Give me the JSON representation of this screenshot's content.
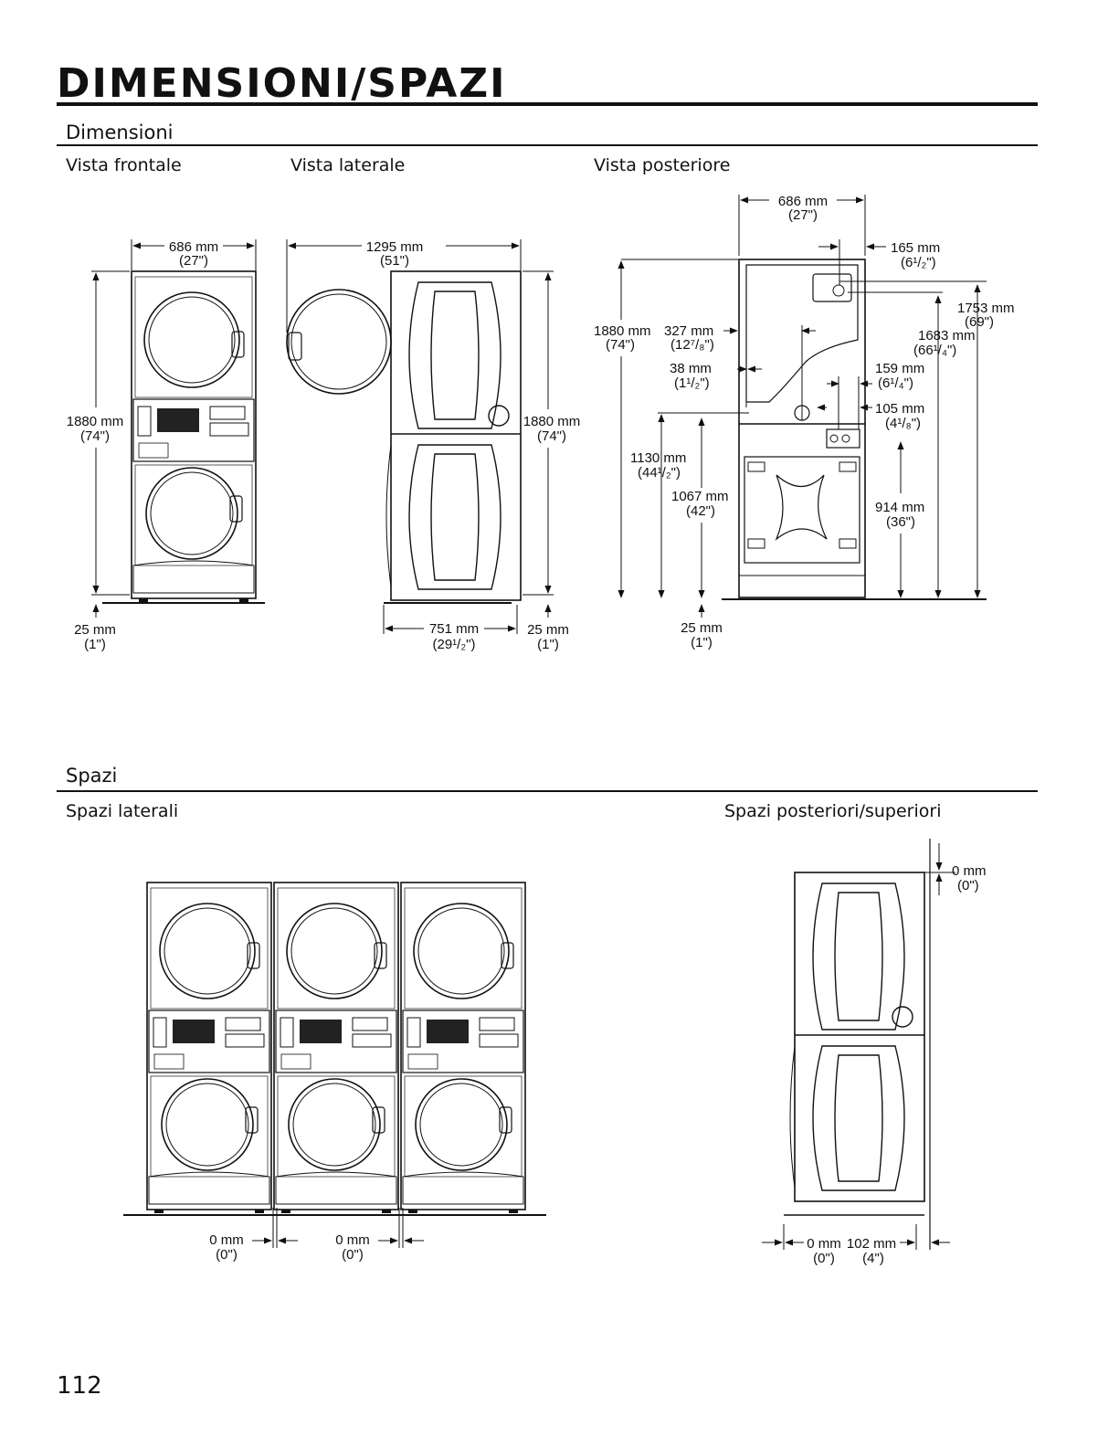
{
  "page": {
    "title": "DIMENSIONI/SPAZI",
    "page_number": "112"
  },
  "sections": {
    "dimensioni": {
      "heading": "Dimensioni",
      "views": {
        "front": "Vista frontale",
        "side": "Vista laterale",
        "rear": "Vista posteriore"
      }
    },
    "spazi": {
      "heading": "Spazi",
      "views": {
        "side": "Spazi laterali",
        "rear_top": "Spazi posteriori/superiori"
      }
    }
  },
  "dimensions": {
    "front": {
      "width_mm": "686 mm",
      "width_in": "(27\")",
      "height_mm": "1880 mm",
      "height_in": "(74\")",
      "base_mm": "25 mm",
      "base_in": "(1\")"
    },
    "side": {
      "door_mm": "1295 mm",
      "door_in": "(51\")",
      "height_mm": "1880 mm",
      "height_in": "(74\")",
      "depth_mm": "751 mm",
      "depth_in": "(29¹/₂\")",
      "base_mm": "25 mm",
      "base_in": "(1\")"
    },
    "rear": {
      "width_mm": "686 mm",
      "width_in": "(27\")",
      "d165_mm": "165 mm",
      "d165_in": "(6¹/₂\")",
      "d1753_mm": "1753 mm",
      "d1753_in": "(69\")",
      "d1683_mm": "1683 mm",
      "d1683_in": "(66¹/₄\")",
      "d1880_mm": "1880 mm",
      "d1880_in": "(74\")",
      "d327_mm": "327 mm",
      "d327_in": "(12⁷/₈\")",
      "d38_mm": "38 mm",
      "d38_in": "(1¹/₂\")",
      "d159_mm": "159 mm",
      "d159_in": "(6¹/₄\")",
      "d105_mm": "105 mm",
      "d105_in": "(4¹/₈\")",
      "d1130_mm": "1130 mm",
      "d1130_in": "(44¹/₂\")",
      "d1067_mm": "1067 mm",
      "d1067_in": "(42\")",
      "d914_mm": "914 mm",
      "d914_in": "(36\")",
      "base_mm": "25 mm",
      "base_in": "(1\")"
    }
  },
  "clearances": {
    "side": {
      "gap1_mm": "0 mm",
      "gap1_in": "(0\")",
      "gap2_mm": "0 mm",
      "gap2_in": "(0\")"
    },
    "rear_top": {
      "top_mm": "0 mm",
      "top_in": "(0\")",
      "front_mm": "0 mm",
      "front_in": "(0\")",
      "rear_mm": "102 mm",
      "rear_in": "(4\")"
    }
  }
}
